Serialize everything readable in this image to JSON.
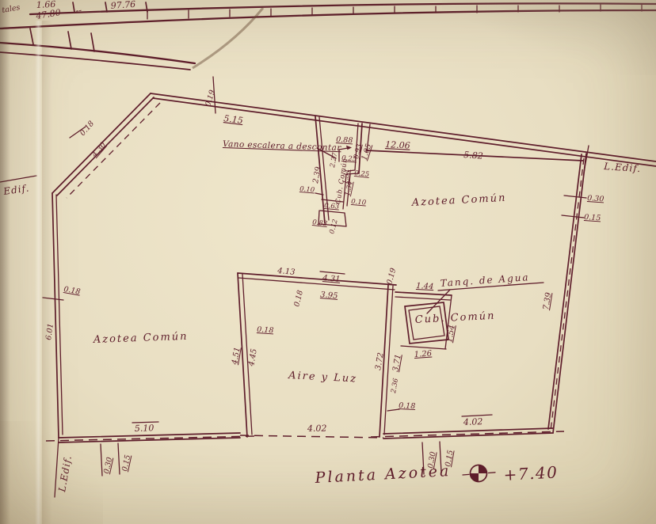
{
  "colors": {
    "ink": "#5e1d2b",
    "paper": "#e8dec2"
  },
  "table_fragment": {
    "r1c1": "1.66",
    "r1c2": "97.76",
    "r2c1": "tales",
    "r2c2": "47.80",
    "r2c3": "--"
  },
  "margin": {
    "edif_left": "Edif.",
    "l_edif_right": "L.Edif.",
    "l_edif_bottom": "L.Edif."
  },
  "areas": {
    "azotea_left": "Azotea Común",
    "azotea_right": "Azotea Común",
    "aire_y_luz": "Aire y Luz",
    "cub_comun_room": "Cub. Común",
    "cub_comun_stair": "Cub. Común",
    "tanque": "Tanq. de Agua",
    "vano": "Vano escalera a descontar"
  },
  "title": {
    "name": "Planta Azotea",
    "level": "+7.40"
  },
  "dims": {
    "top_019": "0.19",
    "top_515": "5.15",
    "diag_018": "0.18",
    "diag_430": "4.30",
    "top_1206": "12.06",
    "top_582": "5.82",
    "right_030": "0.30",
    "right_015": "0.15",
    "right_739": "7.39",
    "st_088": "0.88",
    "st_227": "2.27",
    "st_093": "0.93",
    "st_105": "1.05",
    "st_025a": "0.25",
    "st_025b": "0.25",
    "st_239": "2.39",
    "st_134a": "1.34",
    "st_134b": "1.34",
    "st_010a": "0.10",
    "st_010b": "0.10",
    "st_063": "0.63",
    "st_083": "0.83",
    "st_012": "0.12",
    "ct_413": "4.13",
    "ct_431": "4.31",
    "ct_395": "3.95",
    "ct_018a": "0.18",
    "ct_019": "0.19",
    "ct_018b": "0.18",
    "ct_451": "4.51",
    "ct_445": "4.45",
    "ct_372": "3.72",
    "ct_371": "3.71",
    "ct_236": "2.36",
    "ct_018c": "0.18",
    "tk_144": "1.44",
    "tk_154": "1.54",
    "tk_126": "1.26",
    "lf_018": "0.18",
    "lf_601": "6.01",
    "bl_510": "5.10",
    "bm_402": "4.02",
    "br_402": "4.02",
    "bl_030": "0.30",
    "bl_015": "0.15",
    "br_030": "0.30",
    "br_015": "0.15"
  }
}
